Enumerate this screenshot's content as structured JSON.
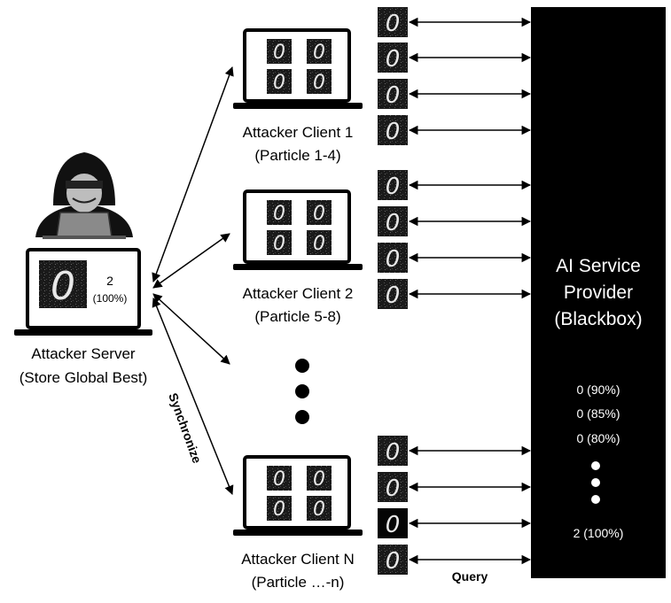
{
  "server": {
    "label_line1": "Attacker Server",
    "label_line2": "(Store Global Best)",
    "screen_class": "2",
    "screen_confidence": "(100%)"
  },
  "clients": [
    {
      "label_line1": "Attacker Client 1",
      "label_line2": "(Particle 1-4)"
    },
    {
      "label_line1": "Attacker Client 2",
      "label_line2": "(Particle 5-8)"
    },
    {
      "label_line1": "Attacker Client N",
      "label_line2": "(Particle …-n)"
    }
  ],
  "provider": {
    "line1": "AI Service",
    "line2": "Provider",
    "line3": "(Blackbox)",
    "results": [
      "0 (90%)",
      "0 (85%)",
      "0 (80%)",
      "2 (100%)"
    ]
  },
  "edge_labels": {
    "synchronize": "Synchronize",
    "query": "Query"
  },
  "digit_glyph": "0",
  "icons": [
    "hacker-icon",
    "laptop-icon",
    "mnist-digit-image-icon"
  ],
  "colors": {
    "provider_fill": "#000000",
    "provider_text": "#ffffff",
    "stroke": "#000000"
  }
}
